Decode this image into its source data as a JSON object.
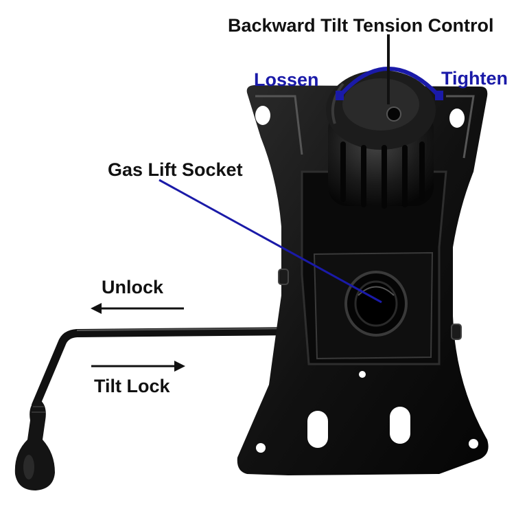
{
  "labels": {
    "tension_control": "Backward Tilt Tension Control",
    "loosen": "Lossen",
    "tighten": "Tighten",
    "gas_lift_socket": "Gas Lift Socket",
    "unlock": "Unlock",
    "tilt_lock": "Tilt Lock"
  },
  "colors": {
    "accent": "#1a1aa8",
    "text": "#111111",
    "metal": "#111111",
    "metal_highlight": "#3a3a3a",
    "background": "#ffffff"
  },
  "icons": {
    "knob": "tension-knob-icon",
    "socket": "gas-lift-socket-icon",
    "lever": "tilt-lever-icon"
  }
}
